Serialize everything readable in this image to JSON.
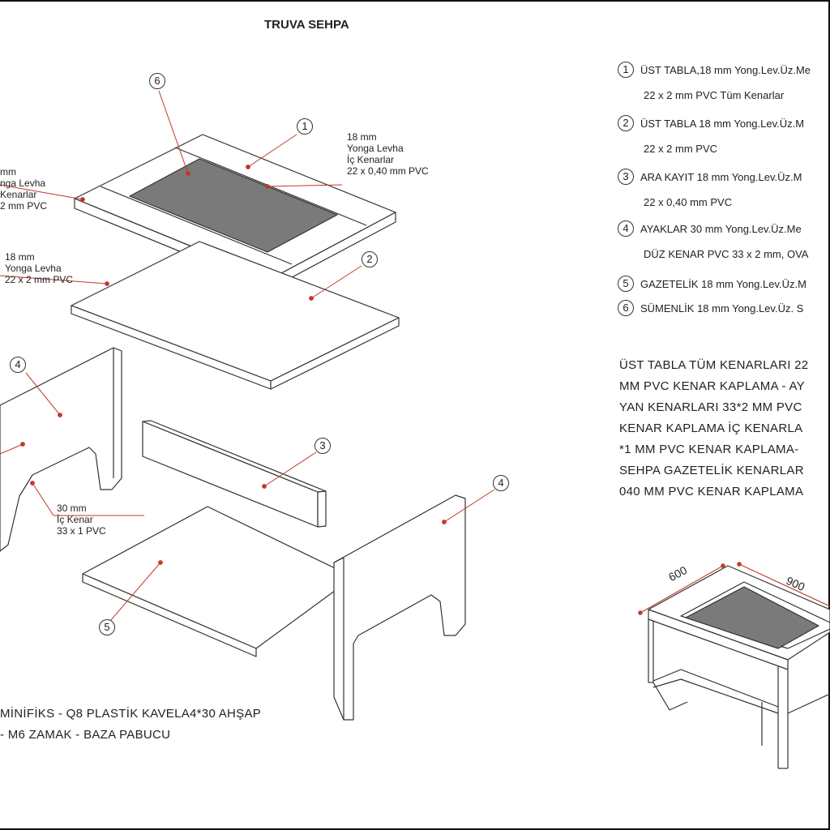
{
  "title": "TRUVA SEHPA",
  "callouts": [
    {
      "num": "1"
    },
    {
      "num": "2"
    },
    {
      "num": "3"
    },
    {
      "num": "4"
    },
    {
      "num": "4"
    },
    {
      "num": "5"
    },
    {
      "num": "6"
    }
  ],
  "labels": {
    "top_right": [
      "18 mm",
      "Yonga Levha",
      "İç Kenarlar",
      "22 x 0,40 mm PVC"
    ],
    "top_left": [
      "mm",
      "nga Levha",
      "Kenarlar",
      "2 mm PVC"
    ],
    "mid_left": [
      "18 mm",
      "Yonga Levha",
      "22 x 2 mm PVC"
    ],
    "leg_note": [
      "30 mm",
      "İç Kenar",
      "33 x 1 PVC"
    ]
  },
  "legend": [
    {
      "num": "1",
      "text": "ÜST TABLA,18 mm Yong.Lev.Üz.Me",
      "sub": "22 x 2 mm PVC    Tüm Kenarlar"
    },
    {
      "num": "2",
      "text": "ÜST TABLA  18 mm Yong.Lev.Üz.M",
      "sub": "22 x 2 mm PVC"
    },
    {
      "num": "3",
      "text": "ARA KAYIT  18 mm Yong.Lev.Üz.M",
      "sub": "22 x 0,40 mm PVC"
    },
    {
      "num": "4",
      "text": "AYAKLAR 30 mm  Yong.Lev.Üz.Me",
      "sub": "DÜZ KENAR PVC 33 x 2 mm,  OVA"
    },
    {
      "num": "5",
      "text": "GAZETELİK 18 mm Yong.Lev.Üz.M",
      "sub": ""
    },
    {
      "num": "6",
      "text": "SÜMENLİK 18 mm Yong.Lev.Üz. S",
      "sub": ""
    }
  ],
  "notes": [
    "ÜST TABLA TÜM KENARLARI 22",
    "MM PVC KENAR KAPLAMA - AY",
    "YAN KENARLARI 33*2 MM PVC",
    "KENAR KAPLAMA İÇ KENARLA",
    "*1 MM PVC KENAR KAPLAMA-",
    "SEHPA GAZETELİK KENARLAR",
    "040 MM PVC KENAR KAPLAMA"
  ],
  "hardware": [
    "MİNİFİKS - Q8 PLASTİK KAVELA4*30 AHŞAP",
    "- M6  ZAMAK - BAZA PABUCU"
  ],
  "dimensions": {
    "depth": "600",
    "width": "900"
  },
  "colors": {
    "leader": "#c0392b",
    "line": "#333333",
    "panel_gray": "#7a7a7a"
  }
}
